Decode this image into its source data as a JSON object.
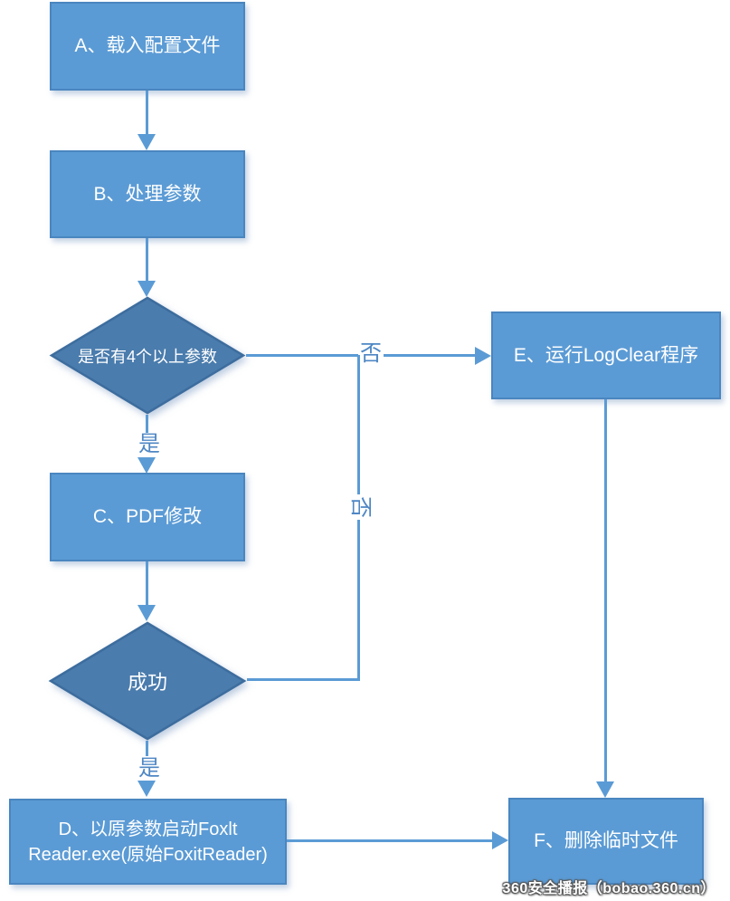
{
  "diagram": {
    "type": "flowchart",
    "nodes": [
      {
        "id": "A",
        "shape": "process",
        "label": "A、载入配置文件"
      },
      {
        "id": "B",
        "shape": "process",
        "label": "B、处理参数"
      },
      {
        "id": "Q1",
        "shape": "decision",
        "label": "是否有4个以上参数"
      },
      {
        "id": "C",
        "shape": "process",
        "label": "C、PDF修改"
      },
      {
        "id": "Q2",
        "shape": "decision",
        "label": "成功"
      },
      {
        "id": "D",
        "shape": "process",
        "label": "D、以原参数启动Foxlt Reader.exe(原始FoxitReader)",
        "line1": "D、以原参数启动Foxlt",
        "line2": "Reader.exe(原始FoxitReader)"
      },
      {
        "id": "E",
        "shape": "process",
        "label": "E、运行LogClear程序"
      },
      {
        "id": "F",
        "shape": "process",
        "label": "F、删除临时文件"
      }
    ],
    "edge_labels": {
      "q1_yes": "是",
      "q1_no": "否",
      "q2_yes": "是",
      "q2_no": "否"
    },
    "colors": {
      "process_fill": "#5b9bd5",
      "process_border": "#4a86c0",
      "decision_fill": "#4a7cad",
      "decision_border": "#3d6d9e",
      "connector": "#5b9bd5",
      "edge_label_text": "#4f87c4",
      "node_text": "#ffffff"
    }
  },
  "watermark": {
    "text": "360安全播报（bobao.360.cn）"
  }
}
